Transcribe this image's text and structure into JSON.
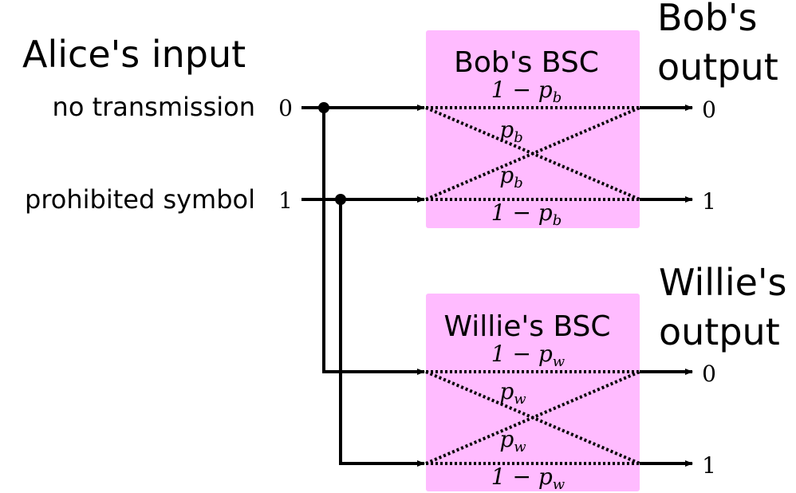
{
  "alice": {
    "title": "Alice's input",
    "row0_label": "no transmission",
    "row1_label": "prohibited symbol",
    "sym0": "0",
    "sym1": "1"
  },
  "bob": {
    "box_title": "Bob's BSC",
    "out_title_line1": "Bob's",
    "out_title_line2": "output",
    "out0": "0",
    "out1": "1",
    "p_top": "1 − p",
    "p_top_sub": "b",
    "p_cross": "p",
    "p_cross_sub": "b",
    "p_bottom": "1 − p",
    "p_bottom_sub": "b",
    "box_color": "#ffbbff"
  },
  "willie": {
    "box_title": "Willie's BSC",
    "out_title_line1": "Willie's",
    "out_title_line2": "output",
    "out0": "0",
    "out1": "1",
    "p_top": "1 − p",
    "p_top_sub": "w",
    "p_cross": "p",
    "p_cross_sub": "w",
    "p_bottom": "1 − p",
    "p_bottom_sub": "w",
    "box_color": "#ffbbff"
  }
}
